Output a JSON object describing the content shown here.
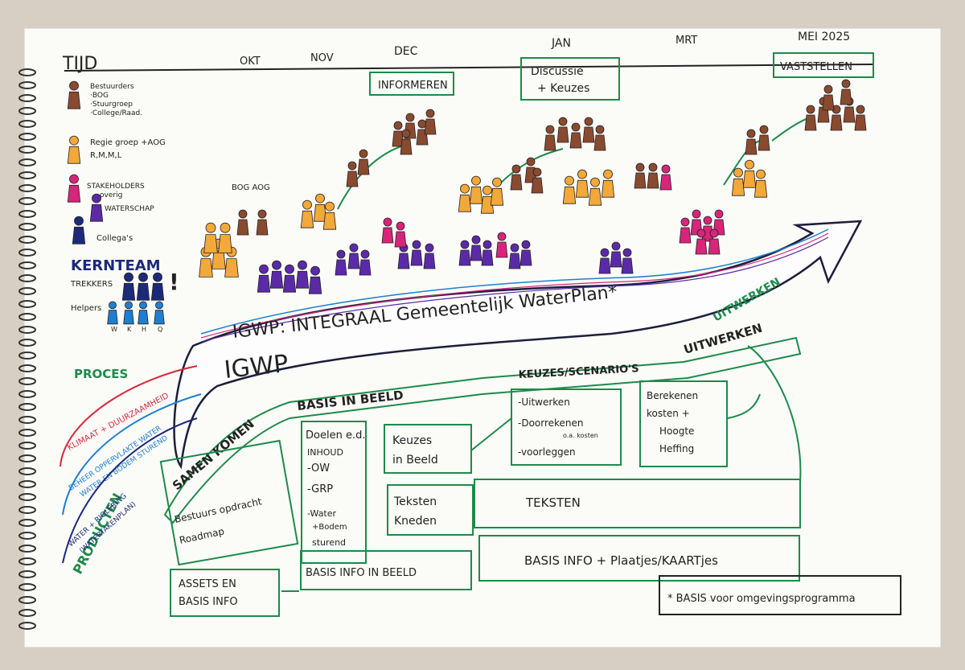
{
  "timeline": {
    "axis_label": "TIJD",
    "months": [
      "OKT",
      "NOV",
      "DEC",
      "JAN",
      "MRT",
      "MEI 2025"
    ]
  },
  "legend": {
    "bestuurders": [
      "Bestuurders",
      "·BOG",
      "·Stuurgroep",
      "·College/Raad."
    ],
    "regie": [
      "Regie groep +AOG",
      "R,M,M,L"
    ],
    "stakeholders": [
      "STAKEHOLDERS",
      "overig"
    ],
    "waterschap": "WATERSCHAP",
    "collegas": "Collega's",
    "kernteam": "KERNTEAM",
    "trekkers": "TREKKERS",
    "helpers": "Helpers",
    "helper_letters": [
      "W",
      "K",
      "H",
      "Q"
    ],
    "bog_aog": "BOG AOG"
  },
  "stage_boxes": {
    "informeren": "INFORMEREN",
    "discussie": [
      "Discussie",
      "+ Keuzes"
    ],
    "vaststellen": "VASTSTELLEN"
  },
  "main_arrow": {
    "label": "IGWP: INTEGRAAL Gemeentelijk WaterPlan*",
    "short": "IGWP",
    "phases": [
      "SAMEN KOMEN",
      "BASIS IN BEELD",
      "KEUZES/SCENARIO'S",
      "UITWERKEN"
    ]
  },
  "left_labels": {
    "proces": "PROCES",
    "producten": "PRODUCTEN",
    "themes": [
      "KLIMAAT + DUURZAAMHEID",
      "BEHEER OPPERVLAKTE WATER",
      "WATER EN BODEM STUREND",
      "WATER + RIOLERING",
      "(WATERTAKENPLAN)"
    ]
  },
  "boxes": {
    "bestuurs": [
      "Bestuurs opdracht",
      "Roadmap"
    ],
    "assets": [
      "ASSETS EN",
      "BASIS INFO"
    ],
    "doelen": [
      "Doelen e.d.",
      "INHOUD",
      "-OW",
      "-GRP",
      "-Water",
      "+Bodem",
      "sturend"
    ],
    "keuzes_beeld": [
      "Keuzes",
      "in Beeld"
    ],
    "teksten_kneden": [
      "Teksten",
      "Kneden"
    ],
    "teksten": "TEKSTEN",
    "basis_info_beeld": "BASIS INFO IN BEELD",
    "basis_info_plaatjes": "BASIS INFO + Plaatjes/KAARTjes",
    "uitwerken_list": [
      "-Uitwerken",
      "-Doorrekenen",
      "o.a. kosten",
      "-voorleggen"
    ],
    "berekenen": [
      "Berekenen",
      "kosten +",
      "Hoogte",
      "Heffing"
    ]
  },
  "footnote": "* BASIS voor omgevingsprogramma",
  "colors": {
    "brown": "#8a4a2f",
    "orange": "#f3a93a",
    "magenta": "#d6257a",
    "purple": "#5b2aa8",
    "navy": "#1c2a7a",
    "green": "#1d8a4a",
    "red": "#d8283a",
    "blue": "#1e7fd0",
    "ink": "#222222",
    "paper": "#fbfbf8"
  }
}
